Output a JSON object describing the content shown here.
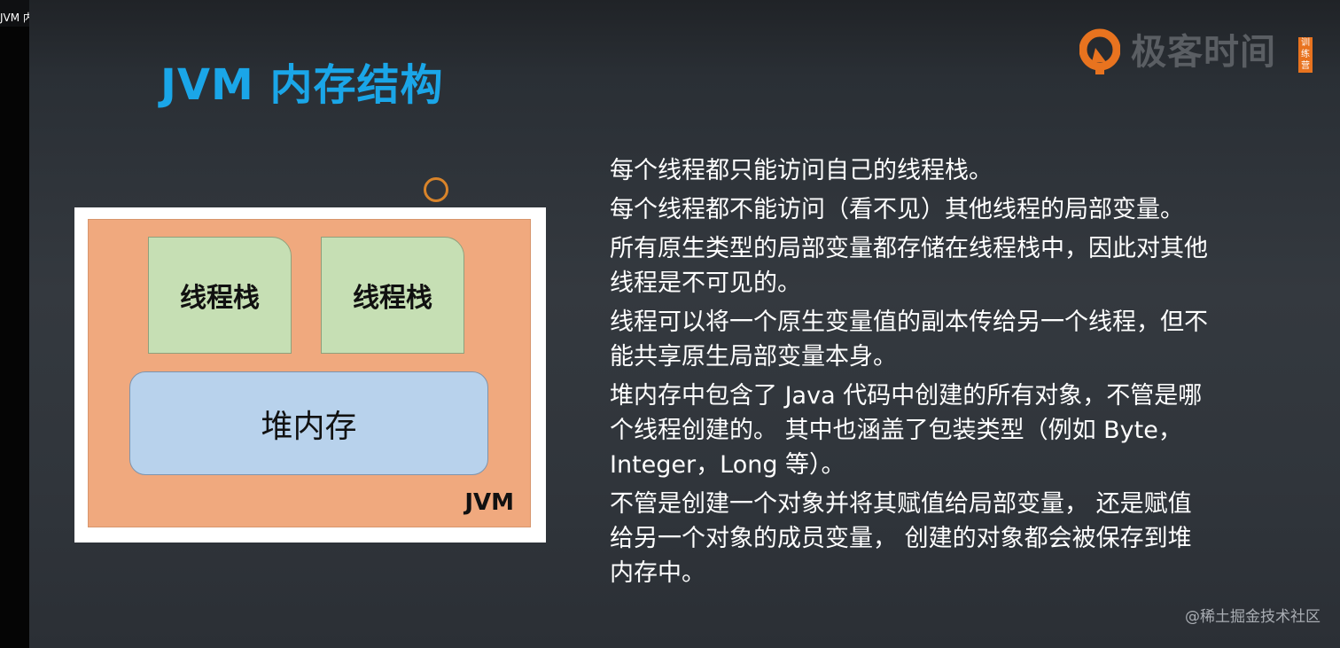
{
  "window": {
    "title": "JVM 内存模型"
  },
  "slide": {
    "title": "JVM 内存结构",
    "logo": {
      "text": "极客时间",
      "badge": "训练营",
      "color": "#e8731f"
    },
    "diagram": {
      "thread_stack_1": "线程栈",
      "thread_stack_2": "线程栈",
      "heap": "堆内存",
      "jvm_label": "JVM"
    },
    "notes": [
      "每个线程都只能访问自己的线程栈。",
      "每个线程都不能访问（看不见）其他线程的局部变量。",
      "所有原生类型的局部变量都存储在线程栈中，因此对其他线程是不可见的。",
      "线程可以将一个原生变量值的副本传给另一个线程，但不能共享原生局部变量本身。",
      "堆内存中包含了 Java 代码中创建的所有对象，不管是哪个线程创建的。 其中也涵盖了包装类型（例如 Byte，Integer，Long 等）。",
      "不管是创建一个对象并将其赋值给局部变量， 还是赋值给另一个对象的成员变量， 创建的对象都会被保存到堆内存中。"
    ],
    "watermark": "@稀土掘金技术社区"
  },
  "colors": {
    "title": "#1aa6e8",
    "jvm_area": "#f0a97e",
    "thread_stack": "#c6dfb4",
    "heap": "#b8d2ec",
    "cursor_ring": "#d9842a"
  }
}
